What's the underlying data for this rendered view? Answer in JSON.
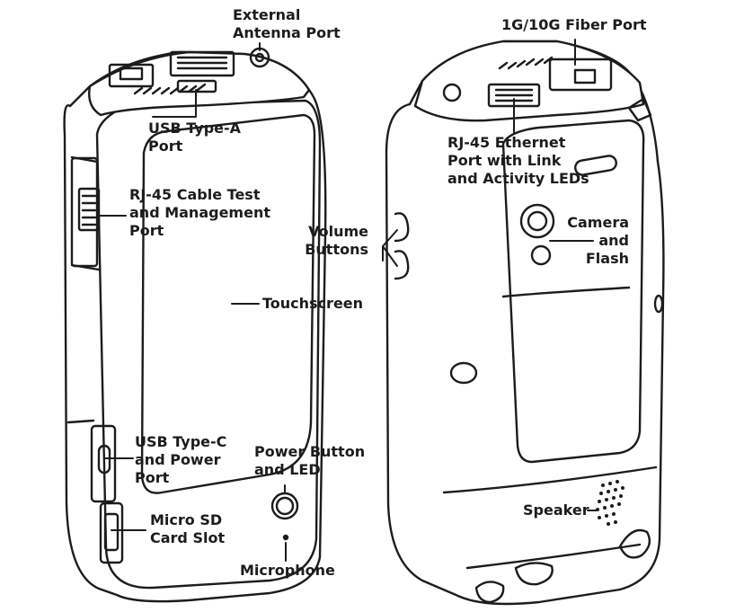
{
  "labels": {
    "external_antenna": [
      "External",
      "Antenna Port"
    ],
    "usb_type_a": [
      "USB Type-A",
      "Port"
    ],
    "rj45_cable_test": [
      "RJ-45 Cable Test",
      "and Management",
      "Port"
    ],
    "touchscreen": [
      "Touchscreen"
    ],
    "usb_type_c": [
      "USB Type-C",
      "and Power",
      "Port"
    ],
    "micro_sd": [
      "Micro SD",
      "Card Slot"
    ],
    "power_button": [
      "Power Button",
      "and LED"
    ],
    "microphone": [
      "Microphone"
    ],
    "fiber_port": [
      "1G/10G Fiber Port"
    ],
    "rj45_ethernet": [
      "RJ-45 Ethernet",
      "Port with Link",
      "and Activity LEDs"
    ],
    "volume_buttons": [
      "Volume",
      "Buttons"
    ],
    "camera_flash": [
      "Camera",
      "and",
      "Flash"
    ],
    "speaker": [
      "Speaker"
    ]
  },
  "colors": {
    "line": "#1c1c1c",
    "body": "#ffffff",
    "shade": "#f4f4f4"
  }
}
